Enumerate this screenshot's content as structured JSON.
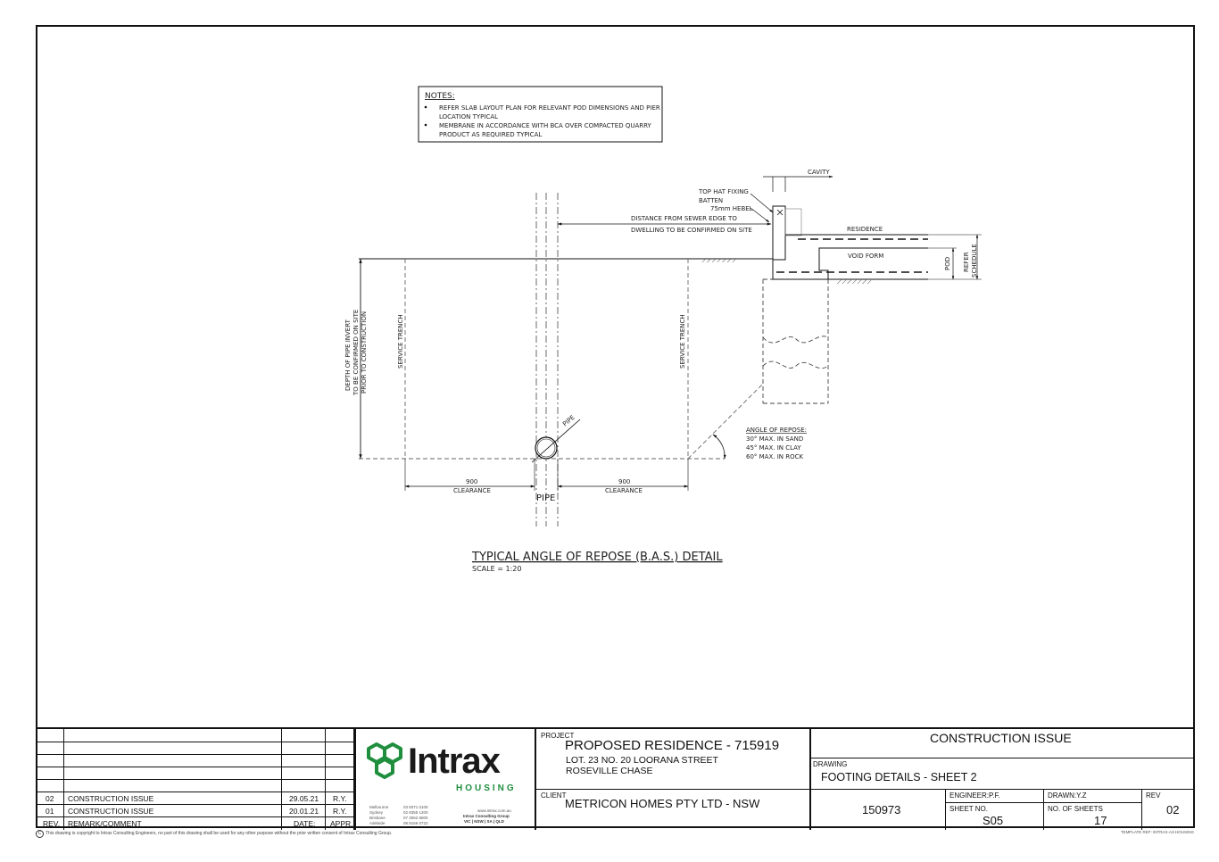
{
  "notes": {
    "heading": "NOTES:",
    "items": [
      "REFER SLAB LAYOUT PLAN FOR RELEVANT POD DIMENSIONS AND PIER LOCATION TYPICAL",
      "MEMBRANE IN ACCORDANCE WITH BCA OVER COMPACTED QUARRY PRODUCT AS REQUIRED TYPICAL"
    ],
    "item_lines": [
      [
        "REFER SLAB LAYOUT PLAN FOR RELEVANT POD DIMENSIONS AND PIER",
        "LOCATION TYPICAL"
      ],
      [
        "MEMBRANE IN ACCORDANCE WITH BCA OVER COMPACTED QUARRY",
        "PRODUCT AS REQUIRED TYPICAL"
      ]
    ]
  },
  "detail": {
    "labels": {
      "cavity": "CAVITY",
      "top_hat": [
        "TOP HAT FIXING",
        "BATTEN"
      ],
      "hebel": "75mm HEBEL",
      "distance": [
        "DISTANCE FROM SEWER EDGE TO",
        "DWELLING TO BE CONFIRMED ON SITE"
      ],
      "residence": "RESIDENCE",
      "void_form": "VOID FORM",
      "pod": "POD",
      "refer_schedule": [
        "REFER",
        "SCHEDULE"
      ],
      "depth": [
        "DEPTH OF PIPE INVERT",
        "TO BE CONFIRMED ON SITE",
        "PRIOR TO CONSTRUCTION"
      ],
      "service_trench": "SERVICE TRENCH",
      "pipe_small": "PIPE",
      "pipe_large": "PIPE",
      "angle_of_repose": [
        "ANGLE OF REPOSE:",
        "30° MAX. IN SAND",
        "45° MAX. IN CLAY",
        "60° MAX. IN ROCK"
      ],
      "clearance_left": [
        "900",
        "CLEARANCE"
      ],
      "clearance_right": [
        "900",
        "CLEARANCE"
      ]
    },
    "title": "TYPICAL ANGLE OF REPOSE (B.A.S.) DETAIL",
    "scale": "SCALE = 1:20"
  },
  "revisions": {
    "rows": [
      {
        "rev": "02",
        "remark": "CONSTRUCTION ISSUE",
        "date": "29.05.21",
        "appr": "R.Y."
      },
      {
        "rev": "01",
        "remark": "CONSTRUCTION ISSUE",
        "date": "20.01.21",
        "appr": "R.Y."
      }
    ],
    "header": {
      "rev": "REV.",
      "remark": "REMARK/COMMENT",
      "date": "DATE:",
      "appr": "APPR."
    }
  },
  "logo": {
    "brand": "Intrax",
    "sub": "HOUSING",
    "brand_color": "#1a1a1a",
    "accent_color": "#1f8f3e",
    "offices": [
      {
        "city": "Melbourne",
        "phone": "03 8371 0100"
      },
      {
        "city": "Sydney",
        "phone": "02 8355 1200"
      },
      {
        "city": "Brisbane",
        "phone": "07 3062 6800"
      },
      {
        "city": "Adelaide",
        "phone": "08 8166 0722"
      }
    ],
    "website": "www.intrax.com.au",
    "group": "Intrax Consulting Group",
    "states": "VIC | NSW | SA | QLD"
  },
  "project": {
    "label": "PROJECT",
    "name": "PROPOSED RESIDENCE - 715919",
    "address1": "LOT. 23 NO. 20 LOORANA STREET",
    "address2": "ROSEVILLE CHASE"
  },
  "client": {
    "label": "CLIENT",
    "name": "METRICON HOMES PTY LTD - NSW"
  },
  "issue": "CONSTRUCTION ISSUE",
  "drawing": {
    "label": "DRAWING",
    "title": "FOOTING DETAILS - SHEET 2"
  },
  "job_no": "150973",
  "engineer": "ENGINEER:P.F.",
  "drawn": "DRAWN:Y.Z",
  "rev": {
    "label": "REV",
    "value": "02"
  },
  "sheet_no": {
    "label": "SHEET NO.",
    "value": "S05"
  },
  "num_sheets": {
    "label": "NO. OF SHEETS",
    "value": "17"
  },
  "copyright": "This drawing is copyright to Intrax Consulting Engineers, no part of this drawing shall be used for any other purpose without the prior written consent of Intrax Consulting Group.",
  "template_ref": "TEMPLATE REF: INTRAX-A3-HOUSING"
}
